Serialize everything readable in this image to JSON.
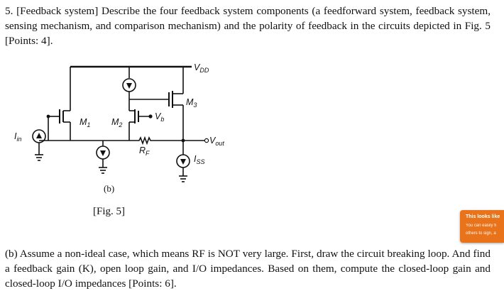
{
  "question": {
    "text": "5. [Feedback system] Describe the four feedback system components (a feedforward system, feedback system, sensing mechanism, and comparison mechanism) and the polarity of feedback in the circuits depicted in Fig. 5 [Points: 4]."
  },
  "figure": {
    "sub_caption": "(b)",
    "caption": "[Fig. 5]",
    "labels": {
      "vdd": "V",
      "vdd_sub": "DD",
      "m3": "M",
      "m3_sub": "3",
      "m1": "M",
      "m1_sub": "1",
      "m2": "M",
      "m2_sub": "2",
      "vb": "V",
      "vb_sub": "b",
      "iin": "I",
      "iin_sub": "in",
      "vout": "V",
      "vout_sub": "out",
      "rf": "R",
      "rf_sub": "F",
      "iss": "I",
      "iss_sub": "SS"
    }
  },
  "part_b": {
    "text": "(b) Assume a non-ideal case, which means RF is NOT very large. First, draw the circuit breaking loop. And find a feedback gain (K), open loop gain, and I/O impedances. Based on them, compute the closed-loop gain and closed-loop I/O impedances [Points: 6]."
  },
  "popup": {
    "title": "This looks like",
    "line1": "You can easily fi",
    "line2": "others to sign, a"
  },
  "colors": {
    "popup_bg": "#e8731a",
    "ink": "#111111"
  }
}
